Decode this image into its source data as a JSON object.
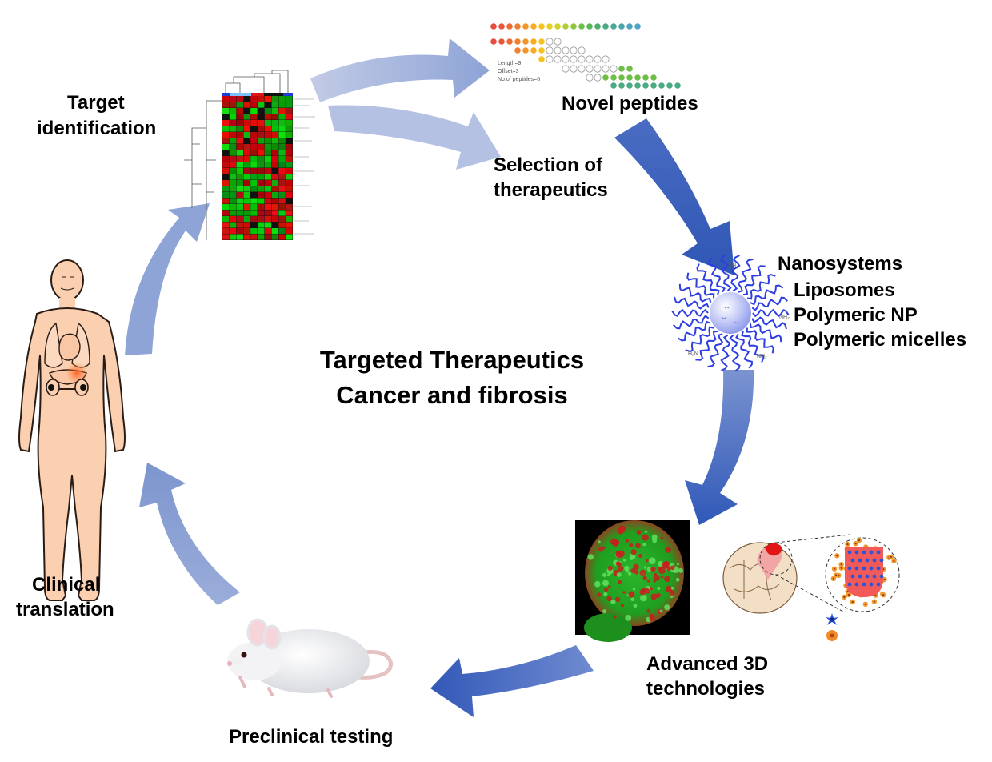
{
  "title": {
    "line1": "Targeted Therapeutics",
    "line2": "Cancer and fibrosis"
  },
  "stages": {
    "target_identification": {
      "line1": "Target",
      "line2": "identification"
    },
    "novel_peptides": "Novel peptides",
    "selection": {
      "line1": "Selection of",
      "line2": "therapeutics"
    },
    "nanosystems": {
      "heading": "Nanosystems",
      "items": [
        "Liposomes",
        "Polymeric NP",
        "Polymeric micelles"
      ]
    },
    "advanced_3d": {
      "line1": "Advanced 3D",
      "line2": "technologies"
    },
    "preclinical": "Preclinical testing",
    "clinical": {
      "line1": "Clinical",
      "line2": "translation"
    }
  },
  "peptide_legend": [
    "Length=9",
    "Offset=3",
    "No.of peptides=6"
  ],
  "nanoparticle_labels": [
    "NH₂",
    "NH₂",
    "NH₂",
    "H₂N"
  ],
  "colors": {
    "arrow_light": "#a9b8dc",
    "arrow_dark": "#3f62b8",
    "heatmap_red": "#d21f1f",
    "heatmap_green": "#19b119",
    "body_skin": "#fbd0b0",
    "nanoparticle": "#b7bff5",
    "micelle_strand": "#2d3fe0"
  }
}
